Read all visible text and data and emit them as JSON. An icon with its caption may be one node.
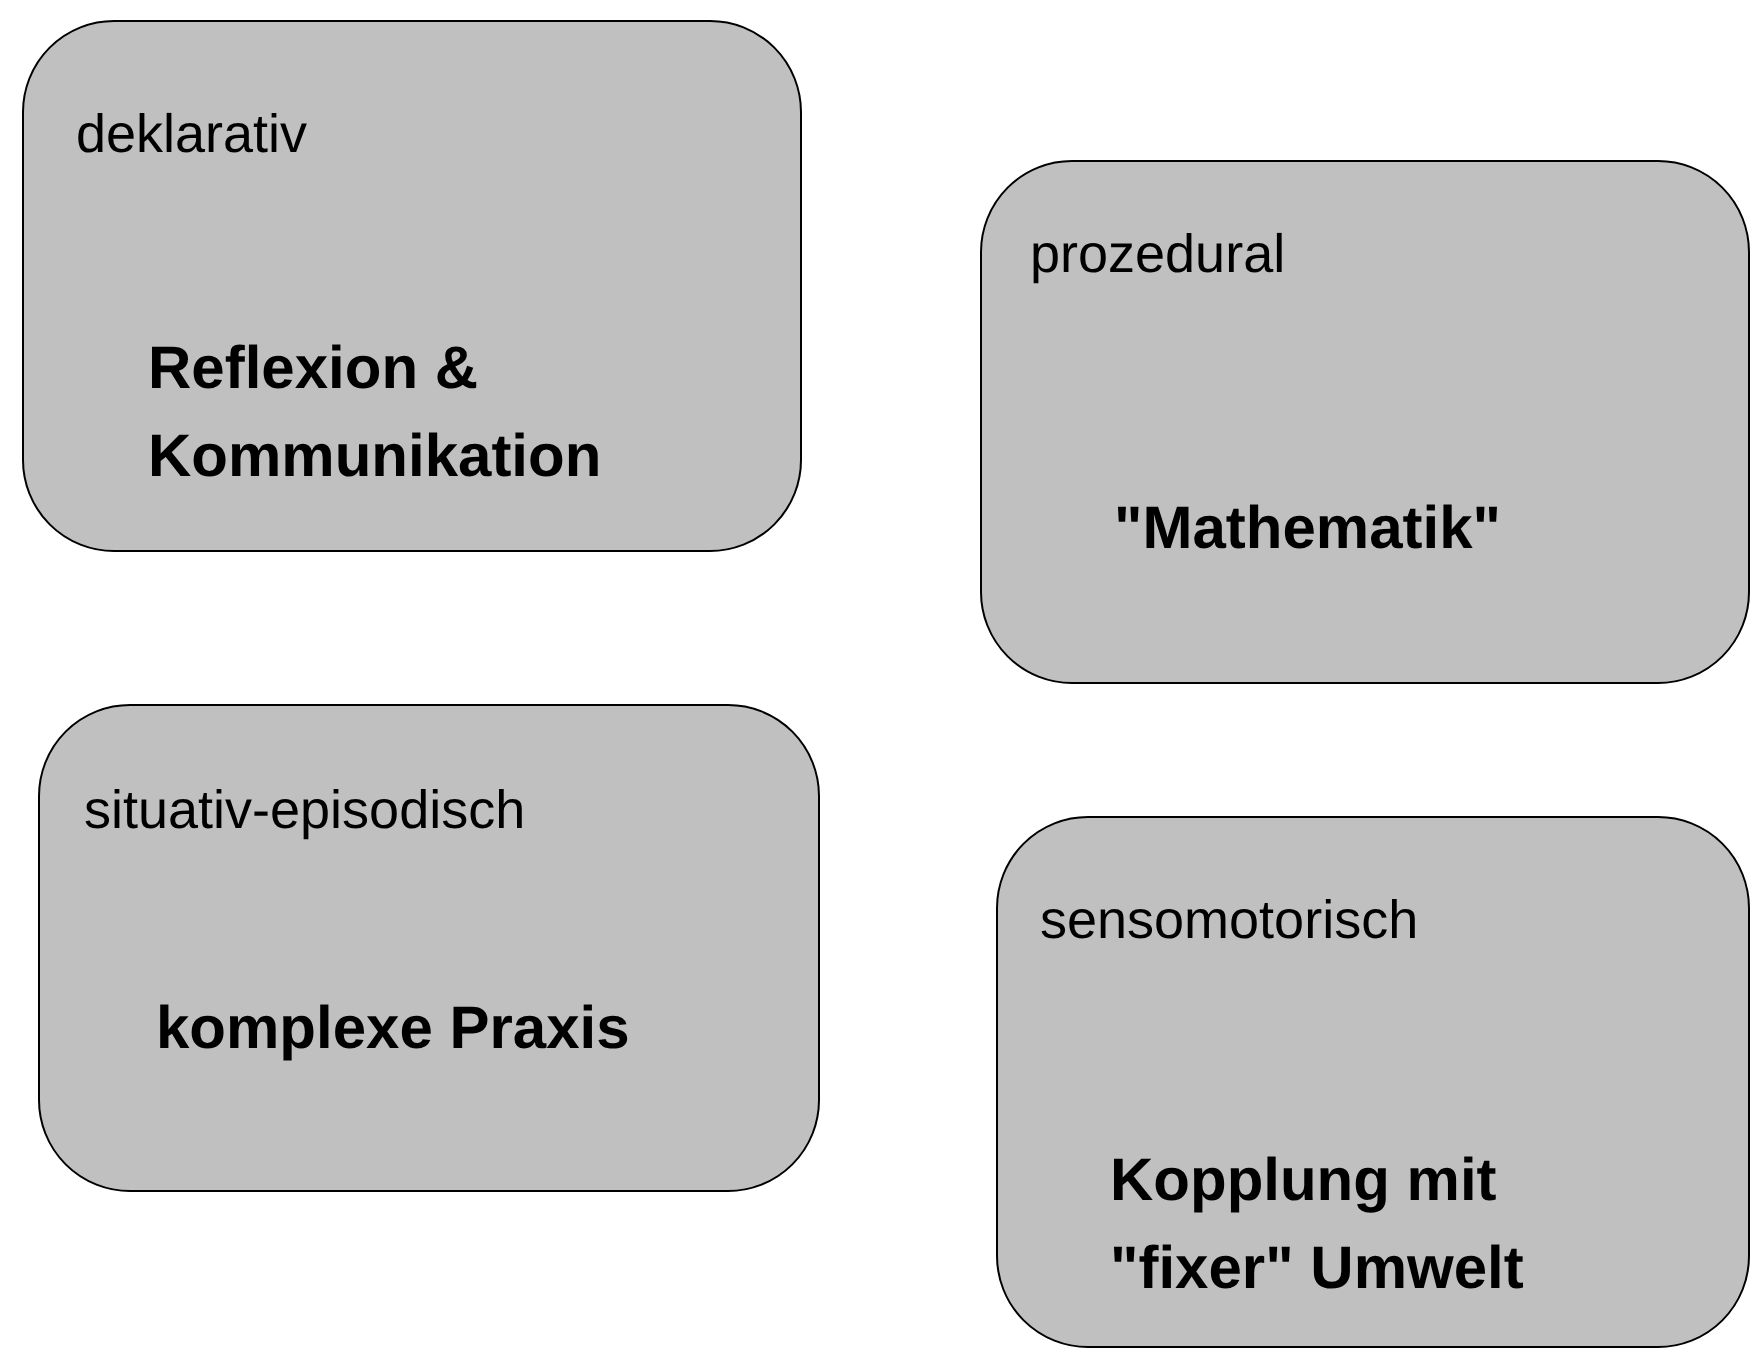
{
  "diagram": {
    "nodes": [
      {
        "text": [
          "deklarativ",
          "Reflexion & Kommunikation"
        ]
      },
      {
        "text": [
          "prozedural",
          "\"Mathematik\""
        ]
      },
      {
        "text": [
          "situativ-episodisch",
          "komplexe Praxis"
        ]
      },
      {
        "text": [
          "sensomotorisch",
          "Kopplung mit \"fixer\" Umwelt"
        ]
      }
    ]
  }
}
